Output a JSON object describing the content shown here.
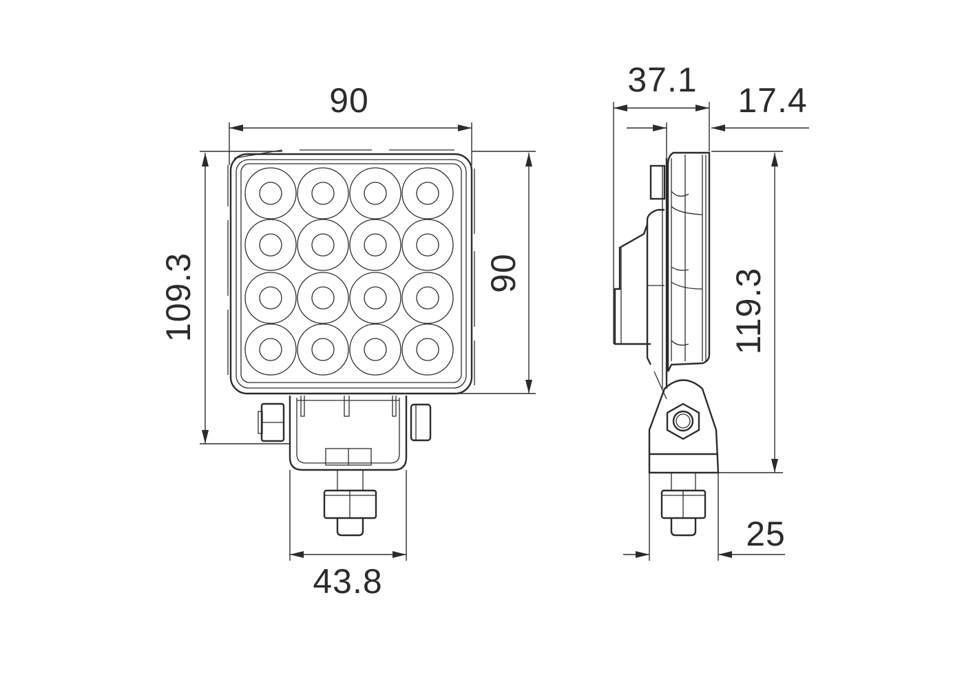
{
  "drawing": {
    "front_view": {
      "width_top": "90",
      "height_right": "90",
      "total_height_left": "109.3",
      "bracket_width": "43.8",
      "led_rows": 4,
      "led_cols": 4
    },
    "side_view": {
      "total_depth": "37.1",
      "housing_depth": "17.4",
      "total_height": "119.3",
      "base_width": "25"
    },
    "colors": {
      "line": "#2b2b2b",
      "background": "#ffffff"
    }
  }
}
